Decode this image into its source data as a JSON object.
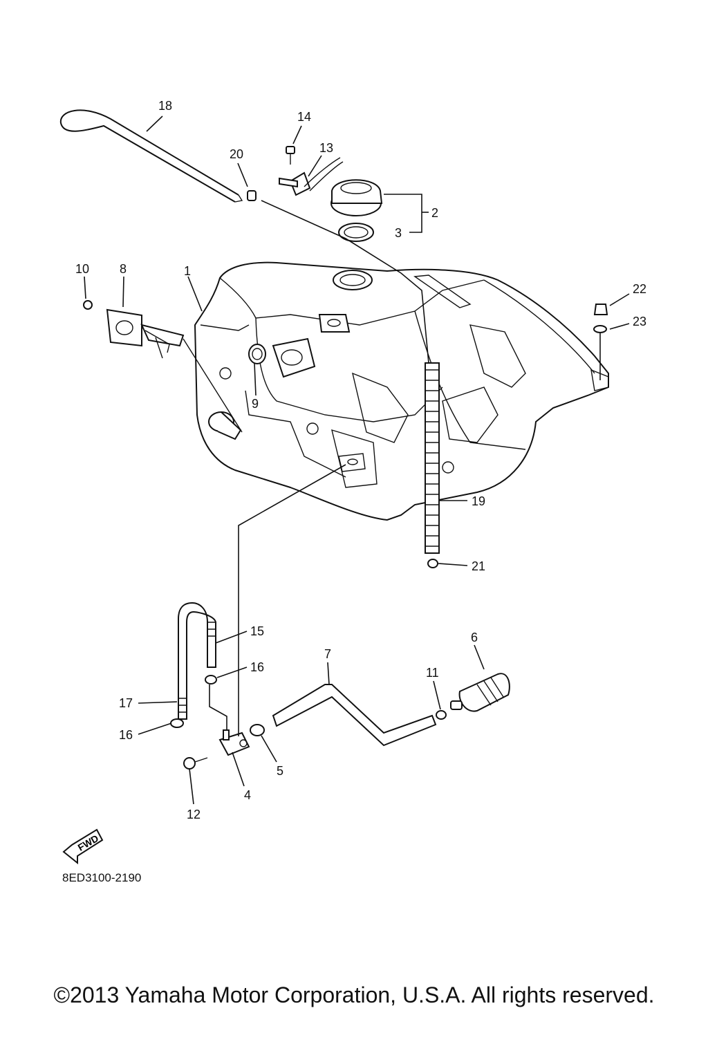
{
  "diagram": {
    "drawing_code": "8ED3100-2190",
    "fwd_label": "FWD",
    "copyright": "©2013 Yamaha Motor Corporation, U.S.A. All rights reserved.",
    "callouts": [
      "1",
      "2",
      "3",
      "4",
      "5",
      "6",
      "7",
      "8",
      "9",
      "10",
      "11",
      "12",
      "13",
      "14",
      "15",
      "16",
      "16",
      "17",
      "18",
      "19",
      "20",
      "21",
      "22",
      "23"
    ]
  }
}
